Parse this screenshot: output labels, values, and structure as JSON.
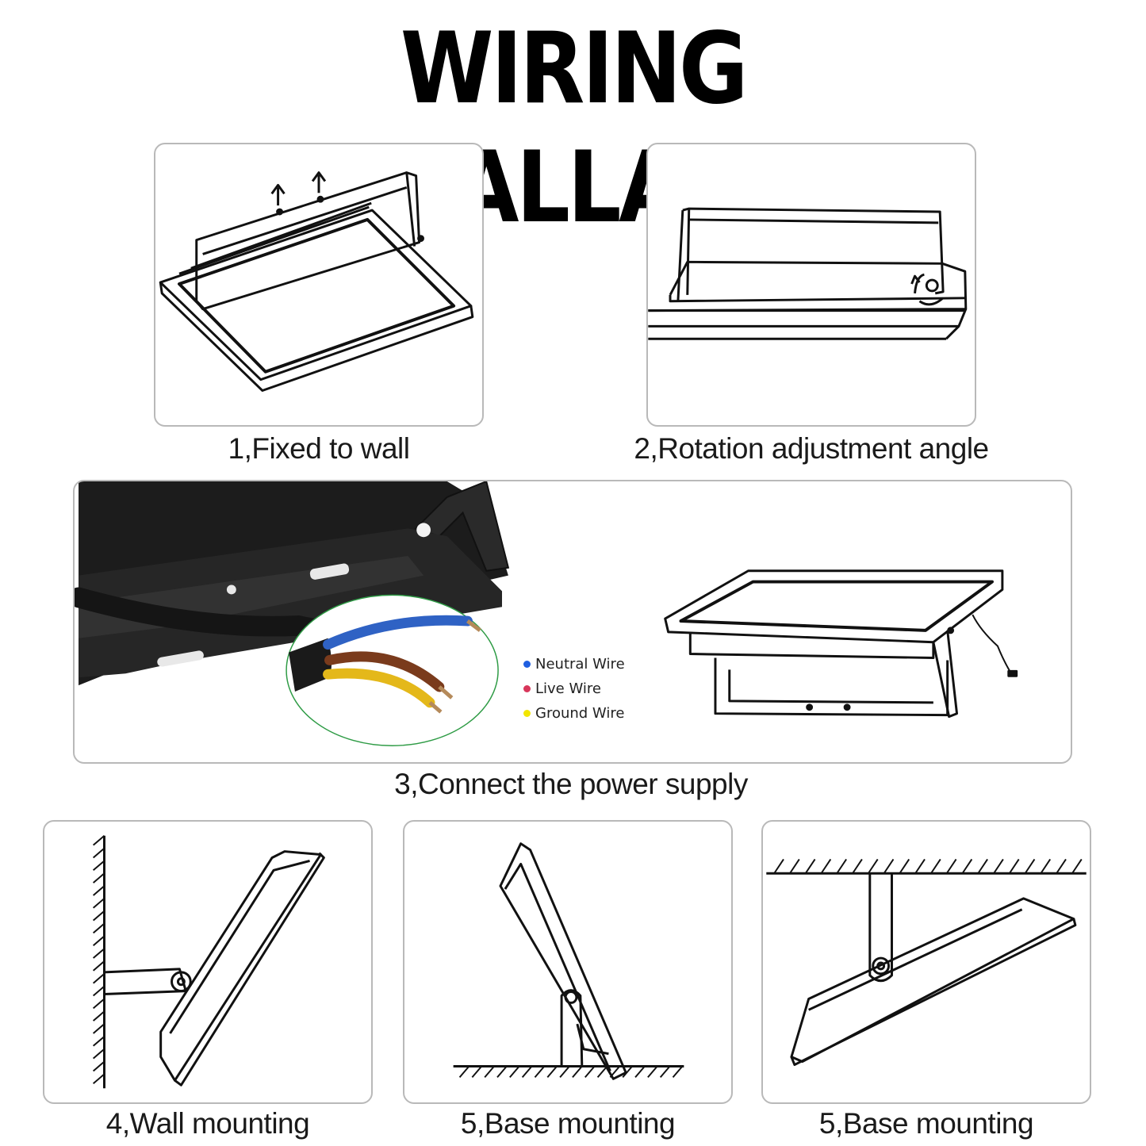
{
  "title": "WIRING INSTALLATION",
  "steps": {
    "step1": "1,Fixed to wall",
    "step2": "2,Rotation adjustment angle",
    "step3": "3,Connect the power supply",
    "step4": "4,Wall mounting",
    "step5a": "5,Base mounting",
    "step5b": "5,Base mounting"
  },
  "legend": [
    {
      "label": "Neutral Wire",
      "color": "#1f5fe0"
    },
    {
      "label": "Live Wire",
      "color": "#d8365a"
    },
    {
      "label": "Ground Wire",
      "color": "#f2e600"
    }
  ],
  "colors": {
    "wire_neutral": "#2f62c4",
    "wire_live": "#7a3b1c",
    "wire_ground": "#e4b81a",
    "zoom_circle": "#2e9b45"
  }
}
